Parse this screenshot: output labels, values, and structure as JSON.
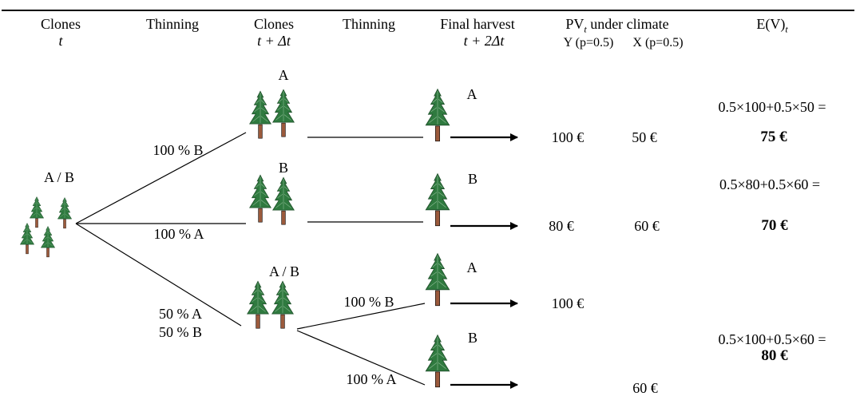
{
  "headers": {
    "clones_t": "Clones",
    "clones_t_sub": "t",
    "thinning1": "Thinning",
    "clones_tdt": "Clones",
    "clones_tdt_sub": "t + Δt",
    "thinning2": "Thinning",
    "final_harvest": "Final harvest",
    "final_harvest_sub": "t + 2Δt",
    "pv_prefix": "PV",
    "pv_subscript": "t",
    "pv_suffix": " under climate",
    "climate_y": "Y (p=0.5)",
    "climate_x": "X (p=0.5)",
    "ev": "E(V)",
    "ev_subscript": "t"
  },
  "nodes": {
    "start_label": "A / B",
    "mid_a": "A",
    "mid_b": "B",
    "mid_ab": "A / B",
    "final_a1": "A",
    "final_b1": "B",
    "final_a2": "A",
    "final_b2": "B"
  },
  "branches": {
    "b1": "100 % B",
    "b2": "100 % A",
    "b3_line1": "50 % A",
    "b3_line2": "50 % B",
    "b4": "100 % B",
    "b5": "100 % A"
  },
  "values": {
    "row1_y": "100 €",
    "row1_x": "50 €",
    "row2_y": "80 €",
    "row2_x": "60 €",
    "row3_y": "100 €",
    "row4_x": "60 €"
  },
  "expected": {
    "e1_formula": "0.5×100+0.5×50 =",
    "e1_value": "75 €",
    "e2_formula": "0.5×80+0.5×60 =",
    "e2_value": "70 €",
    "e3_formula": "0.5×100+0.5×60 =",
    "e3_value": "80 €"
  },
  "colors": {
    "foliage": "#2f7a3f",
    "foliage_dark": "#1f4f2a",
    "trunk": "#9b5a3c"
  }
}
